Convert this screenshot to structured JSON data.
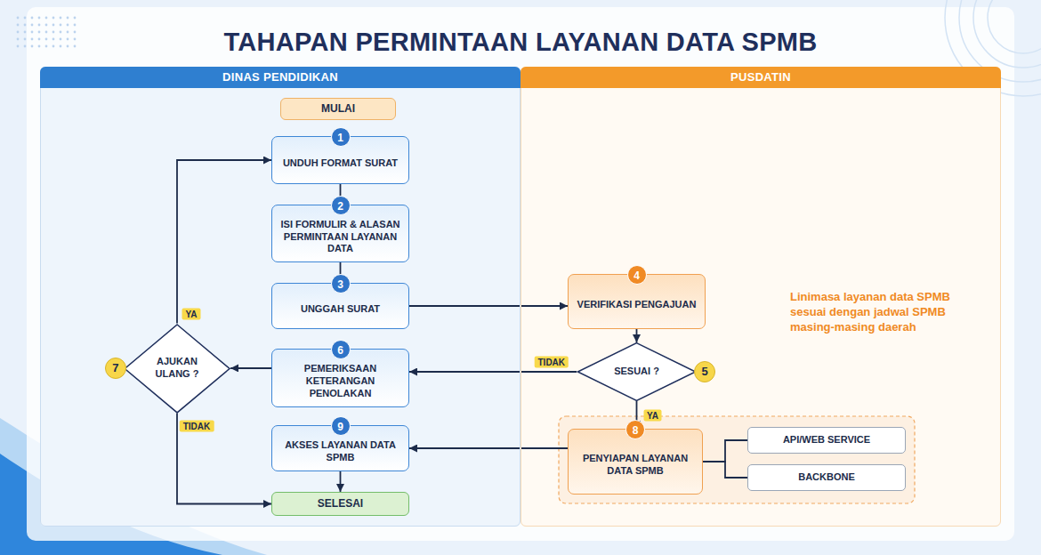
{
  "diagram": {
    "title": "TAHAPAN PERMINTAAN LAYANAN DATA SPMB",
    "nodes": [
      {
        "text": [
          "DINAS PENDIDIKAN"
        ]
      },
      {
        "text": [
          "PUSDATIN"
        ]
      },
      {
        "text": [
          "MULAI"
        ],
        "in": 0
      },
      {
        "text": [
          "1",
          "UNDUH FORMAT SURAT"
        ],
        "in": 0
      },
      {
        "text": [
          "2",
          "ISI FORMULIR & ALASAN PERMINTAAN LAYANAN DATA"
        ],
        "in": 0
      },
      {
        "text": [
          "3",
          "UNGGAH SURAT"
        ],
        "in": 0
      },
      {
        "text": [
          "4",
          "VERIFIKASI PENGAJUAN"
        ],
        "in": 1
      },
      {
        "text": [
          "5",
          "SESUAI ?"
        ],
        "in": 1
      },
      {
        "text": [
          "6",
          "PEMERIKSAAN KETERANGAN PENOLAKAN"
        ],
        "in": 0
      },
      {
        "text": [
          "7",
          "AJUKAN ULANG ?"
        ],
        "in": 0
      },
      {
        "text": [
          "9",
          "AKSES LAYANAN DATA SPMB"
        ],
        "in": 0
      },
      {
        "text": [
          "SELESAI"
        ],
        "in": 0
      },
      {
        "text": [
          "8",
          "PENYIAPAN LAYANAN DATA SPMB"
        ],
        "in": 1
      },
      {
        "text": [
          "API/WEB SERVICE"
        ],
        "in": 1
      },
      {
        "text": [
          "BACKBONE"
        ],
        "in": 1
      }
    ],
    "edges": [
      {
        "from": 3,
        "to": 4,
        "arrow": "to"
      },
      {
        "from": 4,
        "to": 5,
        "arrow": "to"
      },
      {
        "from": 5,
        "to": 6,
        "arrow": "to"
      },
      {
        "from": 6,
        "to": 7,
        "arrow": "to"
      },
      {
        "from": 7,
        "to": 8,
        "label": "TIDAK",
        "arrow": "to"
      },
      {
        "from": 7,
        "to": 12,
        "label": "YA",
        "arrow": "to"
      },
      {
        "from": 8,
        "to": 9,
        "arrow": "to"
      },
      {
        "from": 9,
        "to": 3,
        "label": "YA",
        "arrow": "to"
      },
      {
        "from": 9,
        "to": 11,
        "label": "TIDAK",
        "arrow": "to"
      },
      {
        "from": 12,
        "to": 10,
        "arrow": "to"
      },
      {
        "from": 10,
        "to": 11,
        "arrow": "to"
      },
      {
        "from": 12,
        "to": 13,
        "arrow": "none"
      },
      {
        "from": 12,
        "to": 14,
        "arrow": "none"
      }
    ],
    "labels": [
      "Linimasa layanan data SPMB sesuai dengan jadwal SPMB masing-masing daerah"
    ]
  }
}
